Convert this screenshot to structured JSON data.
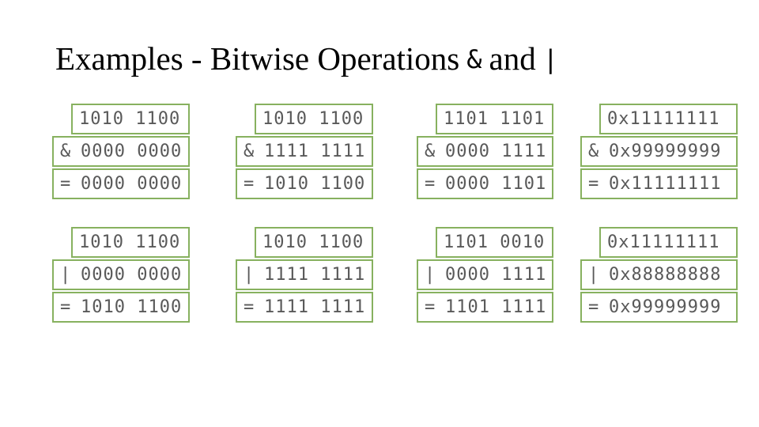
{
  "title": {
    "prefix": "Examples - Bitwise Operations",
    "amp_symbol": "&",
    "middle": "and",
    "pipe_symbol": "|"
  },
  "colors": {
    "box_border_green": "#87b15f",
    "value_text_gray": "#595959",
    "title_black": "#000000",
    "background": "#ffffff"
  },
  "groups": [
    {
      "operand1": "1010 1100",
      "operator": "&",
      "operand2": "0000 0000",
      "equals": "=",
      "result": "0000 0000"
    },
    {
      "operand1": "1010 1100",
      "operator": "&",
      "operand2": "1111 1111",
      "equals": "=",
      "result": "1010 1100"
    },
    {
      "operand1": "1101 1101",
      "operator": "&",
      "operand2": "0000 1111",
      "equals": "=",
      "result": "0000 1101"
    },
    {
      "operand1": "0x11111111",
      "operator": "&",
      "operand2": "0x99999999",
      "equals": "=",
      "result": "0x11111111"
    },
    {
      "operand1": "1010 1100",
      "operator": "|",
      "operand2": "0000 0000",
      "equals": "=",
      "result": "1010 1100"
    },
    {
      "operand1": "1010 1100",
      "operator": "|",
      "operand2": "1111 1111",
      "equals": "=",
      "result": "1111 1111"
    },
    {
      "operand1": "1101 0010",
      "operator": "|",
      "operand2": "0000 1111",
      "equals": "=",
      "result": "1101 1111"
    },
    {
      "operand1": "0x11111111",
      "operator": "|",
      "operand2": "0x88888888",
      "equals": "=",
      "result": "0x99999999"
    }
  ]
}
